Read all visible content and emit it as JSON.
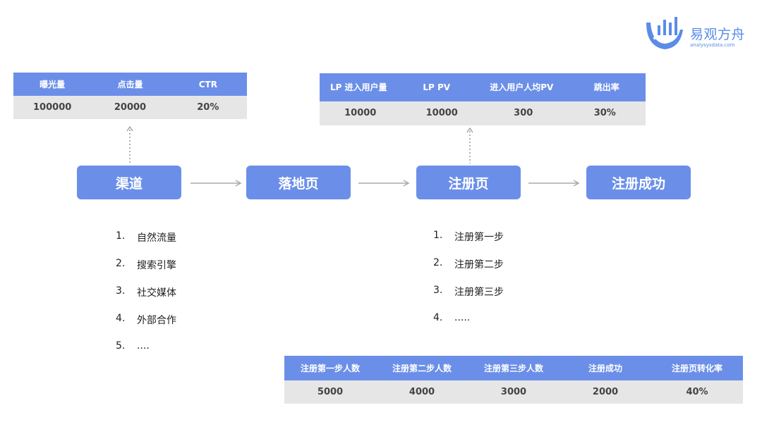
{
  "logo": {
    "icon": "whale-bars-icon",
    "name": "易观方舟",
    "domain": "analysysdata.com",
    "color": "#5a8ce8"
  },
  "accent_color": "#6b8fe8",
  "traffic_table": {
    "headers": [
      "曝光量",
      "点击量",
      "CTR"
    ],
    "values": [
      "100000",
      "20000",
      "20%"
    ]
  },
  "landing_table": {
    "headers": [
      "LP 进入用户量",
      "LP PV",
      "进入用户人均PV",
      "跳出率"
    ],
    "values": [
      "10000",
      "10000",
      "300",
      "30%"
    ]
  },
  "register_table": {
    "headers": [
      "注册第一步人数",
      "注册第二步人数",
      "注册第三步人数",
      "注册成功",
      "注册页转化率"
    ],
    "values": [
      "5000",
      "4000",
      "3000",
      "2000",
      "40%"
    ]
  },
  "flow": {
    "steps": [
      "渠道",
      "落地页",
      "注册页",
      "注册成功"
    ]
  },
  "channel_list": [
    {
      "num": "1.",
      "text": "自然流量"
    },
    {
      "num": "2.",
      "text": "搜索引擎"
    },
    {
      "num": "3.",
      "text": "社交媒体"
    },
    {
      "num": "4.",
      "text": "外部合作"
    },
    {
      "num": "5.",
      "text": "...."
    }
  ],
  "register_list": [
    {
      "num": "1.",
      "text": "注册第一步"
    },
    {
      "num": "2.",
      "text": "注册第二步"
    },
    {
      "num": "3.",
      "text": "注册第三步"
    },
    {
      "num": "4.",
      "text": "....."
    }
  ]
}
